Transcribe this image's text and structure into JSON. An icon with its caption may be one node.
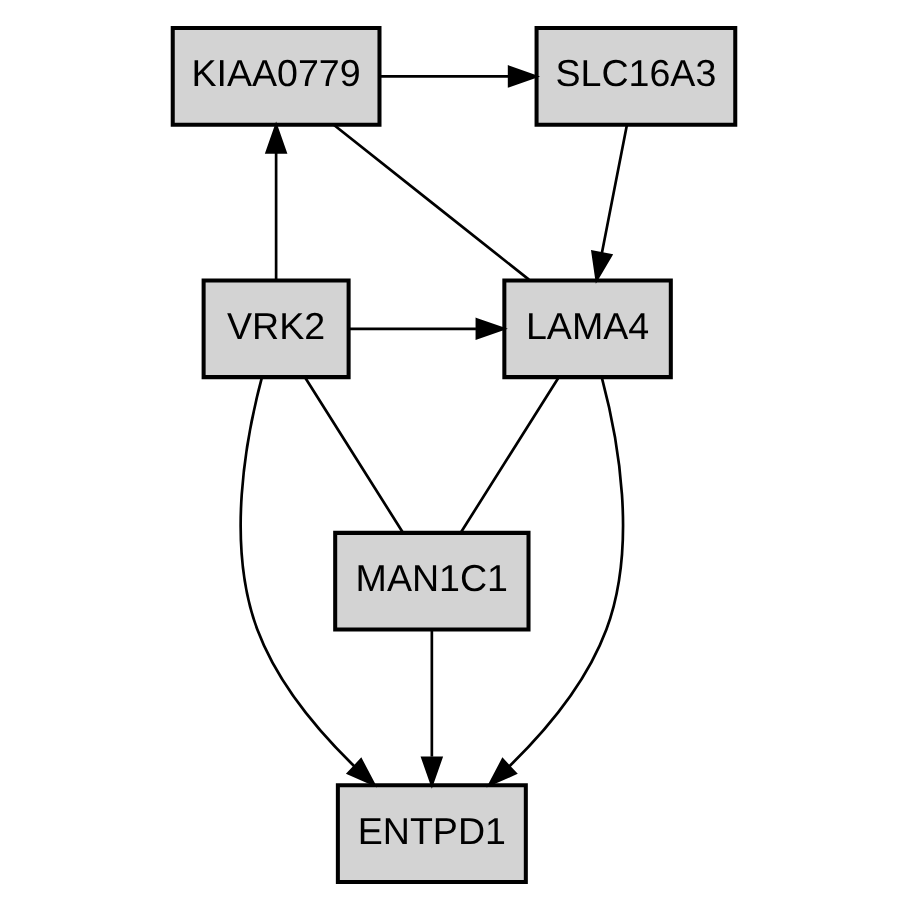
{
  "diagram": {
    "nodes": [
      {
        "text": [
          "SLC16A3"
        ]
      },
      {
        "text": [
          "KIAA0779"
        ]
      },
      {
        "text": [
          "LAMA4"
        ]
      },
      {
        "text": [
          "VRK2"
        ]
      },
      {
        "text": [
          "MAN1C1"
        ]
      },
      {
        "text": [
          "ENTPD1"
        ]
      }
    ],
    "edges": [
      {
        "from": 1,
        "to": 0,
        "arrow": "to"
      },
      {
        "from": 0,
        "to": 2,
        "arrow": "to"
      },
      {
        "from": 1,
        "to": 2,
        "arrow": "none"
      },
      {
        "from": 3,
        "to": 1,
        "arrow": "to"
      },
      {
        "from": 3,
        "to": 2,
        "arrow": "to"
      },
      {
        "from": 2,
        "to": 5,
        "arrow": "to"
      },
      {
        "from": 2,
        "to": 4,
        "arrow": "none"
      },
      {
        "from": 4,
        "to": 3,
        "arrow": "none"
      },
      {
        "from": 4,
        "to": 5,
        "arrow": "to"
      },
      {
        "from": 3,
        "to": 5,
        "arrow": "to"
      }
    ]
  }
}
